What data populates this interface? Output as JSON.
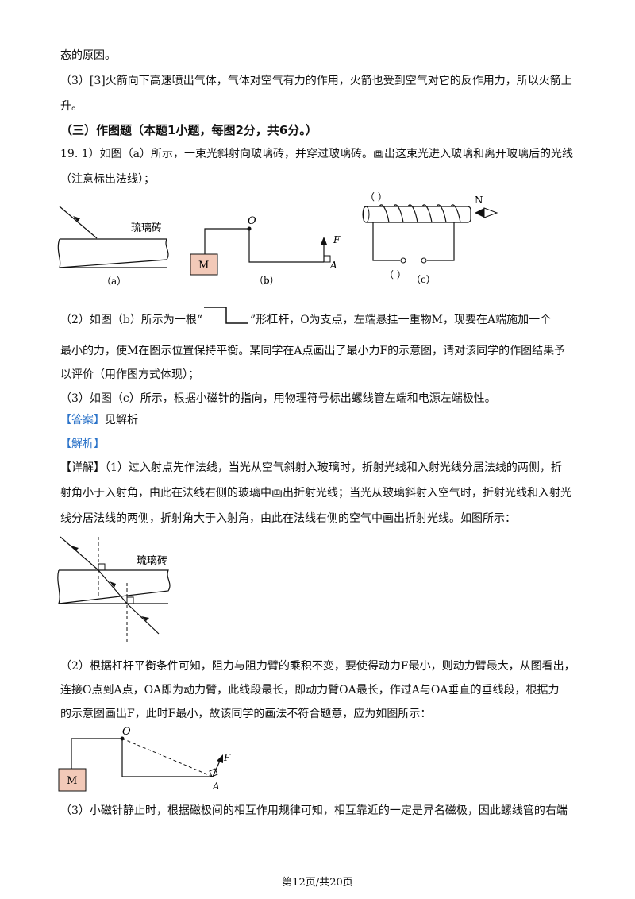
{
  "lines": {
    "l1": "态的原因。",
    "l2": "（3）[3]火箭向下高速喷出气体，气体对空气有力的作用，火箭也受到空气对它的反作用力，所以火箭上",
    "l3": "升。",
    "section": "（三）作图题（本题1小题，每图2分，共6分。）",
    "q19a": "19. 1）如图（a）所示，一束光斜射向玻璃砖，并穿过玻璃砖。画出这束光进入玻璃和离开玻璃后的光线",
    "q19b": "（注意标出法线）；",
    "q2a_pre": "（2）如图（b）所示为一根“",
    "q2a_post": "”形杠杆，O为支点，左端悬挂一重物M，现要在A端施加一个",
    "q2b": "最小的力，使M在图示位置保持平衡。某同学在A点画出了最小力F的示意图，请对该同学的作图结果予",
    "q2c": "以评价（用作图方式体现）；",
    "q3": "（3）如图（c）所示，根据小磁针的指向，用物理符号标出螺线管左端和电源左端极性。",
    "answer_tag": "【答案】",
    "answer_text": "见解析",
    "analysis_tag": "【解析】",
    "detail_tag": "【详解】",
    "d1": "（1）过入射点先作法线，当光从空气斜射入玻璃时，折射光线和入射光线分居法线的两侧，折",
    "d2": "射角小于入射角，由此在法线右侧的玻璃中画出折射光线；当光从玻璃斜射入空气时，折射光线和入射光",
    "d3": "线分居法线的两侧，折射角大于入射角，由此在法线右侧的空气中画出折射光线。如图所示：",
    "e1": "（2）根据杠杆平衡条件可知，阻力与阻力臂的乘积不变，要使得动力F最小，则动力臂最大，从图看出，",
    "e2": "连接O点到A点，OA即为动力臂，此线段最长，即动力臂OA最长，作过A与OA垂直的垂线段，根据力",
    "e3": "的示意图画出F，此时F最小，故该同学的画法不符合题意，应为如图所示：",
    "f1": "（3）小磁针静止时，根据磁极间的相互作用规律可知，相互靠近的一定是异名磁极，因此螺线管的右端"
  },
  "figures": {
    "glass_label": "琉璃砖",
    "cap_a": "（a）",
    "cap_b": "（b）",
    "cap_c": "（c）",
    "label_O": "O",
    "label_F": "F",
    "label_A": "A",
    "label_M": "M",
    "label_N": "N",
    "paren": "（ ）"
  },
  "colors": {
    "tag_blue": "#2b73c9",
    "weight_fill": "#f2c9b8"
  },
  "footer": "第12页/共20页"
}
